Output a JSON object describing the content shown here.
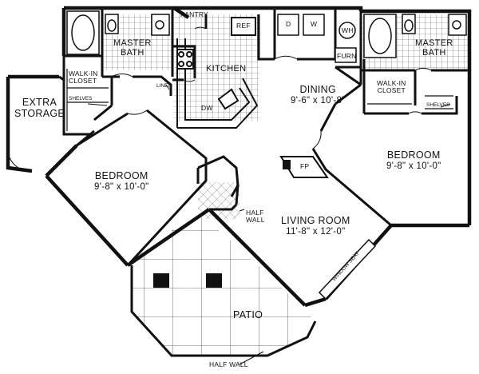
{
  "rooms": {
    "extra_storage": {
      "line1": "EXTRA",
      "line2": "STORAGE"
    },
    "walk_in_closet_left": {
      "line1": "WALK-IN",
      "line2": "CLOSET"
    },
    "shelves_left": "SHELVES",
    "master_bath_left": {
      "line1": "MASTER",
      "line2": "BATH"
    },
    "pantry": "PANTRY",
    "ref": "REF",
    "dryer": "D",
    "washer": "W",
    "water_heater": "WH",
    "furnace": "FURN",
    "kitchen": "KITCHEN",
    "linen": "LINEN",
    "dishwasher": "DW",
    "dining": {
      "name": "DINING",
      "dims": "9'-6\" x 10'-8\""
    },
    "master_bath_right": {
      "line1": "MASTER",
      "line2": "BATH"
    },
    "walk_in_closet_right": {
      "line1": "WALK-IN",
      "line2": "CLOSET"
    },
    "shelves_right": "SHELVES",
    "bedroom_right": {
      "name": "BEDROOM",
      "dims": "9'-8\" x 10'-0\""
    },
    "bedroom_left": {
      "name": "BEDROOM",
      "dims": "9'-8\" x 10'-0\""
    },
    "fireplace": "FP",
    "half_wall_mid": {
      "line1": "HALF",
      "line2": "WALL"
    },
    "living_room": {
      "name": "LIVING ROOM",
      "dims": "11'-8\" x 12'-0\""
    },
    "window_seat": "WINDOW SEAT",
    "patio": "PATIO",
    "half_wall_bottom": "HALF WALL"
  }
}
